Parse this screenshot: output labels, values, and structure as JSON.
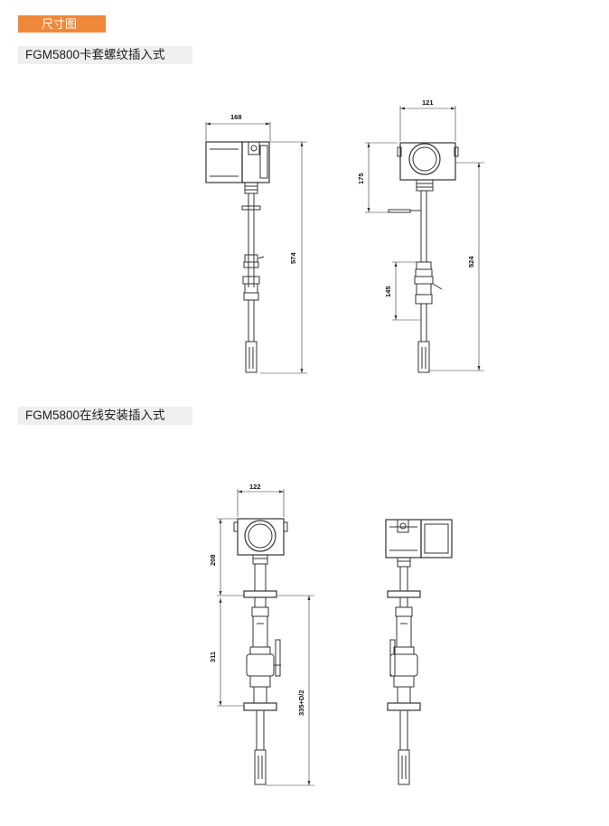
{
  "header": {
    "tag_label": "尺寸图"
  },
  "sections": [
    {
      "title": "FGM5800卡套螺纹插入式",
      "dimensions": {
        "width_front": "168",
        "length_front": "574",
        "width_side": "121",
        "head_side": "175",
        "valve_side": "145",
        "length_side": "524"
      }
    },
    {
      "title": "FGM5800在线安装插入式",
      "dimensions": {
        "width_front": "122",
        "head_front": "208",
        "valve_front": "311",
        "length_front": "335+D/2"
      }
    }
  ],
  "colors": {
    "tag_bg": "#f0883a",
    "section_bg": "#efefef",
    "line": "#333333"
  }
}
